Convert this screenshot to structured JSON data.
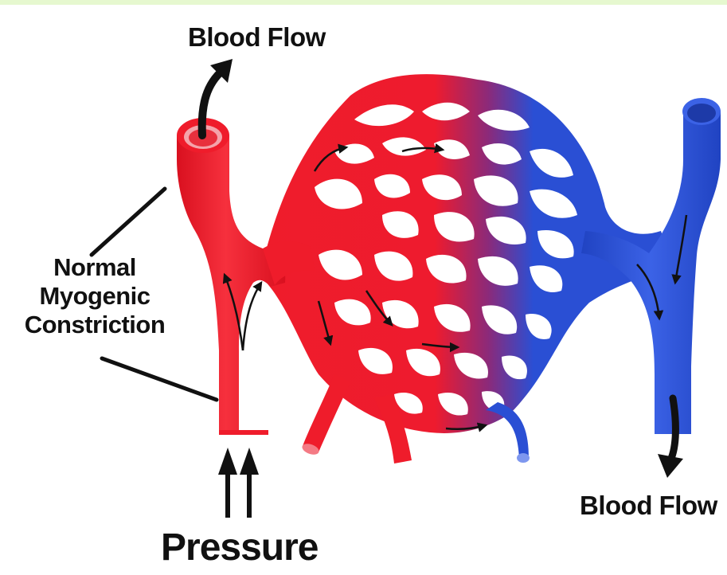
{
  "labels": {
    "blood_flow_top": "Blood Flow",
    "blood_flow_bottom": "Blood Flow",
    "normal": "Normal",
    "myogenic": "Myogenic",
    "constriction": "Constriction",
    "pressure": "Pressure"
  },
  "colors": {
    "arteriole": "#ef1c2b",
    "venule": "#2a4fd4",
    "background": "#ffffff",
    "top_band": "#e6f8cf",
    "text": "#111111"
  }
}
